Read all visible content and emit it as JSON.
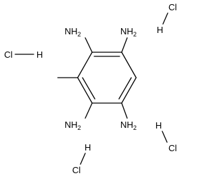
{
  "structure": {
    "amine_labels": [
      "NH2",
      "NH2",
      "NH2",
      "NH2"
    ],
    "hcl_salts": [
      {
        "cl": "Cl",
        "h": "H"
      },
      {
        "cl": "Cl",
        "h": "H"
      },
      {
        "cl": "Cl",
        "h": "H"
      },
      {
        "cl": "Cl",
        "h": "H"
      }
    ]
  },
  "colors": {
    "ink": "#000000",
    "background": "#ffffff"
  }
}
